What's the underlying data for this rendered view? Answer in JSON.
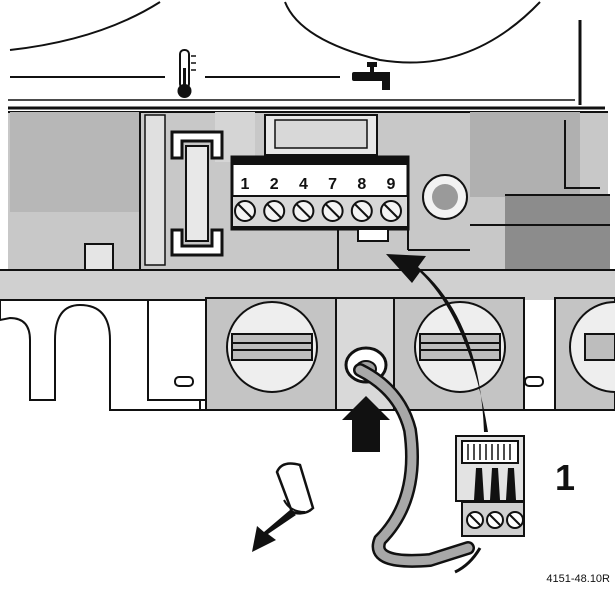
{
  "terminal_block": {
    "terminals": [
      "1",
      "2",
      "4",
      "7",
      "8",
      "9"
    ]
  },
  "callouts": {
    "connector_label": "1"
  },
  "figure_code": "4151-48.10R",
  "icons": {
    "temperature": "thermometer-icon",
    "water": "tap-icon",
    "direction": "arrow-icon"
  },
  "colors": {
    "line": "#111111",
    "panel_gray": "#c8c8c8",
    "mid_gray": "#a8a8a8",
    "dark_gray": "#8c8c8c",
    "light_gray": "#e6e6e6"
  }
}
